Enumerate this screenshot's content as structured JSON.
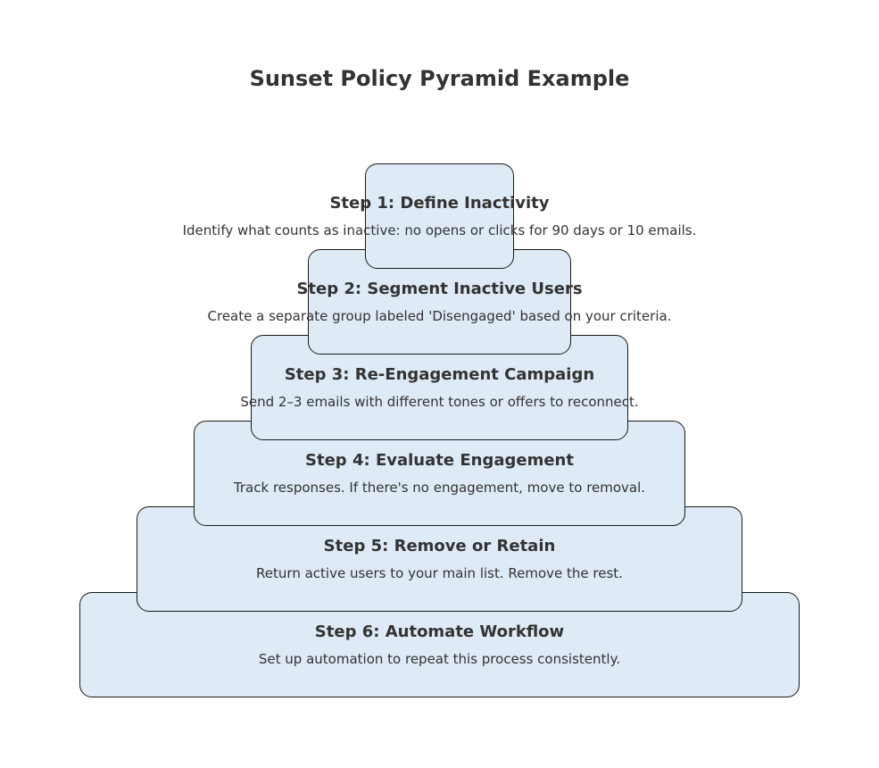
{
  "title": "Sunset Policy Pyramid Example",
  "colors": {
    "box_fill": "#deeaf6",
    "box_border": "#1a1a1a",
    "text": "#333333",
    "background": "#ffffff"
  },
  "steps": [
    {
      "title": "Step 1: Define Inactivity",
      "description": "Identify what counts as inactive: no opens or clicks for 90 days or 10 emails."
    },
    {
      "title": "Step 2: Segment Inactive Users",
      "description": "Create a separate group labeled 'Disengaged' based on your criteria."
    },
    {
      "title": "Step 3: Re-Engagement Campaign",
      "description": "Send 2–3 emails with different tones or offers to reconnect."
    },
    {
      "title": "Step 4: Evaluate Engagement",
      "description": "Track responses. If there's no engagement, move to removal."
    },
    {
      "title": "Step 5: Remove or Retain",
      "description": "Return active users to your main list. Remove the rest."
    },
    {
      "title": "Step 6: Automate Workflow",
      "description": "Set up automation to repeat this process consistently."
    }
  ]
}
